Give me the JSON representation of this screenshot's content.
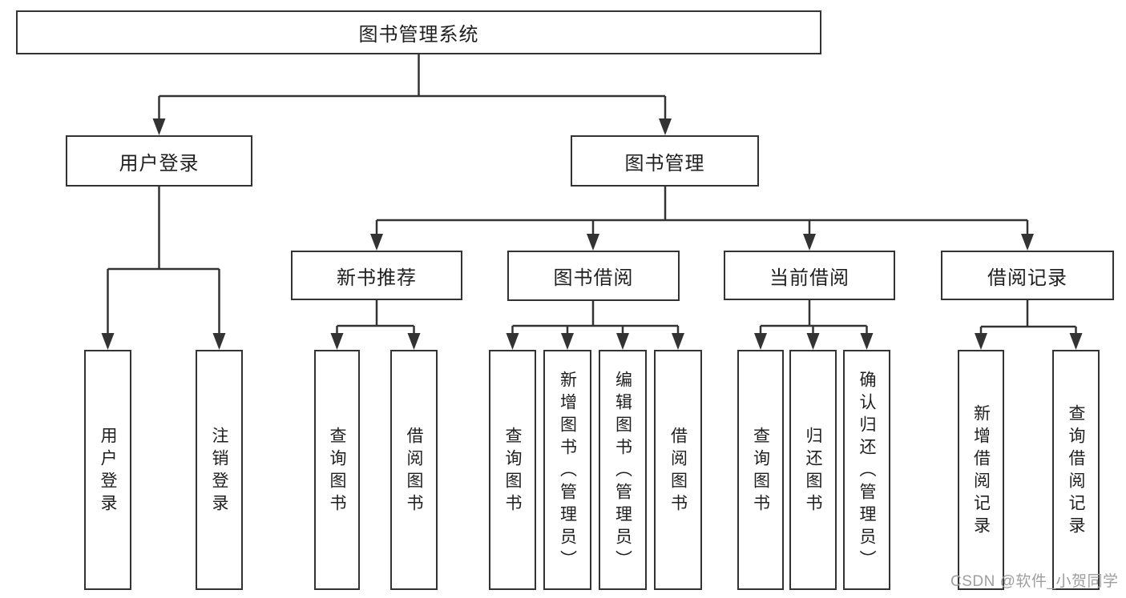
{
  "title": "图书管理系统",
  "branches": [
    {
      "label": "用户登录",
      "children": [
        "用户登录",
        "注销登录"
      ]
    },
    {
      "label": "图书管理",
      "children": [
        {
          "label": "新书推荐",
          "children": [
            "查询图书",
            "借阅图书"
          ]
        },
        {
          "label": "图书借阅",
          "children": [
            "查询图书",
            "新增图书（管理员）",
            "编辑图书（管理员）",
            "借阅图书"
          ]
        },
        {
          "label": "当前借阅",
          "children": [
            "查询图书",
            "归还图书",
            "确认归还（管理员）"
          ]
        },
        {
          "label": "借阅记录",
          "children": [
            "新增借阅记录",
            "查询借阅记录"
          ]
        }
      ]
    }
  ],
  "watermark": "CSDN @软件_小贺同学",
  "colors": {
    "line": "#333333",
    "text": "#1f1f1f",
    "watermark": "#9e9e9e",
    "background": "#ffffff"
  }
}
